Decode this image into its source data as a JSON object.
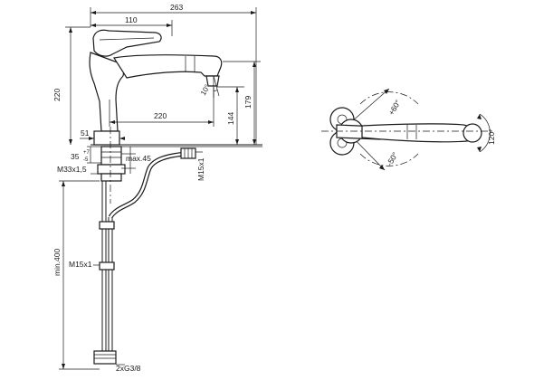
{
  "dimensions": {
    "overall_width": "263",
    "spout_to_lever": "110",
    "height_total": "220",
    "spout_reach": "220",
    "spout_height_144": "144",
    "spout_height_179": "179",
    "body_diameter": "51",
    "deck_thickness": "35",
    "deck_tolerance_plus": "+7",
    "deck_tolerance_minus": "-5",
    "thread_body": "M33x1,5",
    "max_thickness": "max.45",
    "thread_hose": "M15x1",
    "thread_supply": "M15x1",
    "min_supply_length": "min.400",
    "supply_connection": "2xG3/8",
    "spout_angle": "10°",
    "lever_angle_plus": "+60°",
    "lever_angle_minus": "-50°",
    "swivel_angle": "120°"
  },
  "colors": {
    "line": "#1a1a1a",
    "background": "#ffffff"
  }
}
